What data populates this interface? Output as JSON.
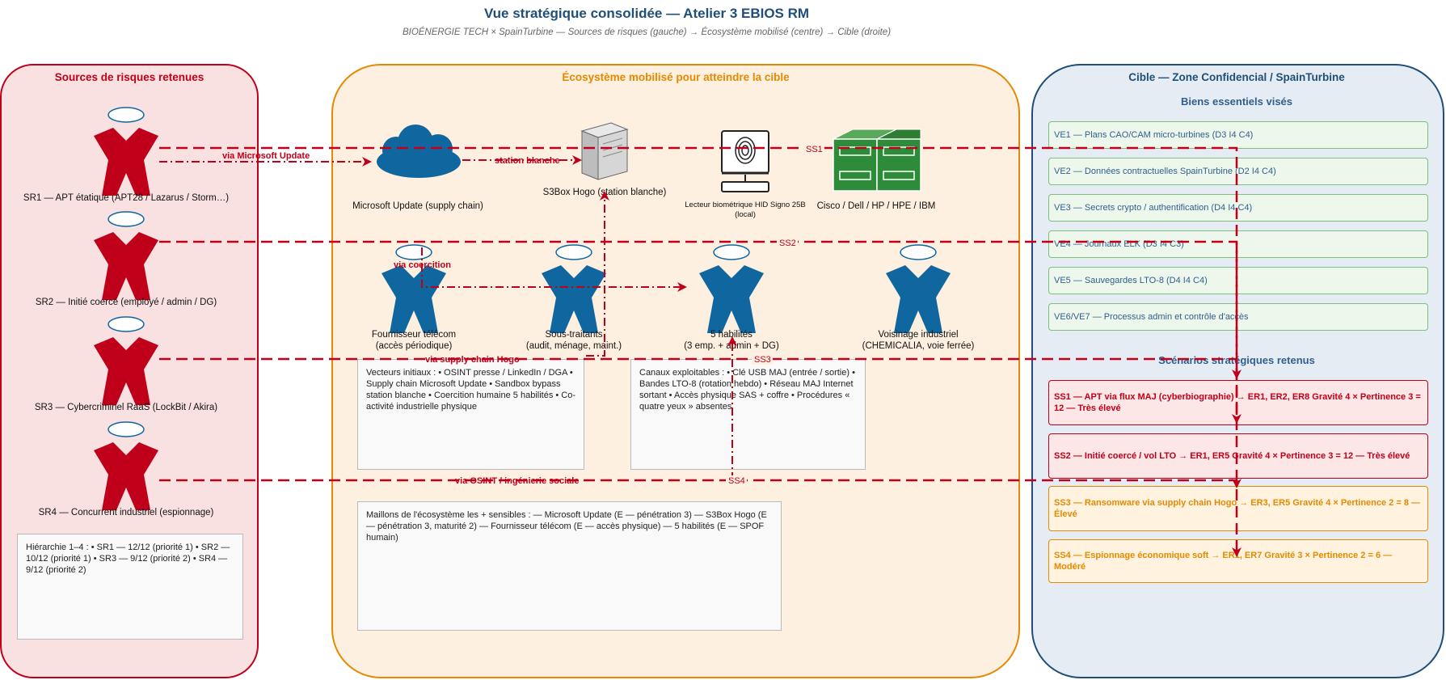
{
  "header": {
    "title": "Vue stratégique consolidée — Atelier 3 EBIOS RM",
    "subtitle": "BIOÉNERGIE TECH × SpainTurbine — Sources de risques (gauche) → Écosystème mobilisé (centre) → Cible (droite)"
  },
  "colors": {
    "red": "#c0001a",
    "orange": "#e58a00",
    "blue": "#1f4e79",
    "actor_blue": "#10679f",
    "green": "#2e8b3a"
  },
  "left": {
    "title": "Sources de risques retenues",
    "sources": [
      {
        "label": "SR1 — APT étatique (APT28 / Lazarus / Storm…)",
        "icon": "threat-actor-icon"
      },
      {
        "label": "SR2 — Initié coercé (employé / admin / DG)",
        "icon": "threat-actor-icon"
      },
      {
        "label": "SR3 — Cybercriminel RaaS (LockBit / Akira)",
        "icon": "threat-actor-icon"
      },
      {
        "label": "SR4 — Concurrent industriel (espionnage)",
        "icon": "threat-actor-icon"
      }
    ],
    "note": "Hiérarchie 1–4 : • SR1 — 12/12 (priorité 1) • SR2 — 10/12 (priorité 1) • SR3 — 9/12 (priorité 2) • SR4 — 9/12 (priorité 2)"
  },
  "center": {
    "title": "Écosystème mobilisé pour atteindre la cible",
    "nodes": {
      "cloud": "Microsoft Update (supply chain)",
      "server": "S3Box Hogo (station blanche)",
      "bio_line1": "Lecteur biométrique HID Signo 25B",
      "bio_line2": "(local)",
      "racks": "Cisco / Dell / HP / HPE / IBM"
    },
    "actors": [
      {
        "line1": "Fournisseur télécom",
        "line2": "(accès périodique)"
      },
      {
        "line1": "Sous-traitants",
        "line2": "(audit, ménage, maint.)"
      },
      {
        "line1": "5 habilités",
        "line2": "(3 emp. + admin + DG)"
      },
      {
        "line1": "Voisinage industriel",
        "line2": "(CHEMICALIA, voie ferrée)"
      }
    ],
    "box_vectors": "Vecteurs initiaux : • OSINT presse / LinkedIn / DGA • Supply chain Microsoft Update • Sandbox bypass station blanche • Coercition humaine 5 habilités • Co-activité industrielle physique",
    "box_channels": "Canaux exploitables : • Clé USB MAJ (entrée / sortie) • Bandes LTO-8 (rotation hebdo) • Réseau MAJ Internet sortant • Accès physique SAS + coffre • Procédures « quatre yeux » absentes",
    "box_links": "Maillons de l'écosystème les + sensibles : — Microsoft Update (E — pénétration 3) — S3Box Hogo (E — pénétration 3, maturité 2) — Fournisseur télécom (E — accès physique) — 5 habilités (E — SPOF humain)"
  },
  "right": {
    "title": "Cible — Zone Confidencial / SpainTurbine",
    "assets_title": "Biens essentiels visés",
    "assets": [
      "VE1 — Plans CAO/CAM micro-turbines (D3 I4 C4)",
      "VE2 — Données contractuelles SpainTurbine (D2 I4 C4)",
      "VE3 — Secrets crypto / authentification (D4 I4 C4)",
      "VE4 — Journaux ELK (D3 I4 C3)",
      "VE5 — Sauvegardes LTO-8 (D4 I4 C4)",
      "VE6/VE7 — Processus admin et contrôle d'accès"
    ],
    "scenarios_title": "Scénarios stratégiques retenus",
    "scenarios": [
      {
        "text": "SS1 — APT via flux MAJ (cyberbiographie) → ER1, ER2, ER8 Gravité 4 × Pertinence 3 = 12 — Très élevé",
        "level": "red"
      },
      {
        "text": "SS2 — Initié coercé / vol LTO → ER1, ER5 Gravité 4 × Pertinence 3 = 12 — Très élevé",
        "level": "red"
      },
      {
        "text": "SS3 — Ransomware via supply chain Hogo → ER3, ER5 Gravité 4 × Pertinence 2 = 8 — Élevé",
        "level": "orange"
      },
      {
        "text": "SS4 — Espionnage économique soft → ER1, ER7 Gravité 3 × Pertinence 2 = 6 — Modéré",
        "level": "orange"
      }
    ]
  },
  "edges": {
    "ms_update": "via Microsoft Update",
    "station": "station blanche",
    "coercion": "via coercition",
    "hogo": "via supply chain Hogo",
    "osint": "via OSINT / ingénierie sociale",
    "ss1": "SS1",
    "ss2": "SS2",
    "ss3": "SS3",
    "ss4": "SS4"
  }
}
